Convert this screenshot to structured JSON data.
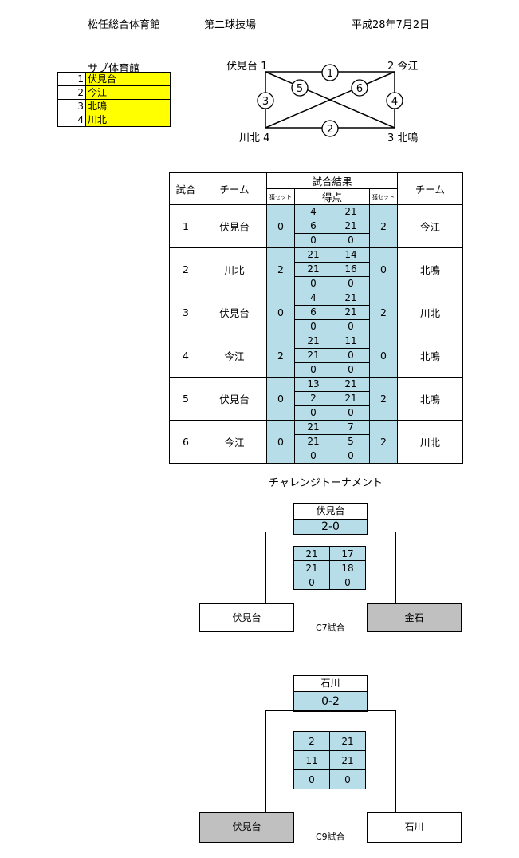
{
  "header": {
    "venue": "松任総合体育館",
    "court": "第二球技場",
    "date": "平成28年7月2日"
  },
  "team_list": {
    "title": "サブ体育館",
    "teams": [
      {
        "num": "1",
        "name": "伏見台"
      },
      {
        "num": "2",
        "name": "今江"
      },
      {
        "num": "3",
        "name": "北鳴"
      },
      {
        "num": "4",
        "name": "川北"
      }
    ]
  },
  "diagram": {
    "corners": [
      "伏見台 1",
      "2 今江",
      "川北 4",
      "3 北鳴"
    ],
    "matches": [
      "1",
      "2",
      "3",
      "4",
      "5",
      "6"
    ]
  },
  "results": {
    "headers": {
      "match": "試合",
      "team": "チーム",
      "result": "試合結果",
      "sets": "獲セット",
      "points": "得点"
    },
    "rows": [
      {
        "no": "1",
        "team_a": "伏見台",
        "sets_a": "0",
        "scores": [
          [
            "4",
            "21"
          ],
          [
            "6",
            "21"
          ],
          [
            "0",
            "0"
          ]
        ],
        "sets_b": "2",
        "team_b": "今江"
      },
      {
        "no": "2",
        "team_a": "川北",
        "sets_a": "2",
        "scores": [
          [
            "21",
            "14"
          ],
          [
            "21",
            "16"
          ],
          [
            "0",
            "0"
          ]
        ],
        "sets_b": "0",
        "team_b": "北鳴"
      },
      {
        "no": "3",
        "team_a": "伏見台",
        "sets_a": "0",
        "scores": [
          [
            "4",
            "21"
          ],
          [
            "6",
            "21"
          ],
          [
            "0",
            "0"
          ]
        ],
        "sets_b": "2",
        "team_b": "川北"
      },
      {
        "no": "4",
        "team_a": "今江",
        "sets_a": "2",
        "scores": [
          [
            "21",
            "11"
          ],
          [
            "21",
            "0"
          ],
          [
            "0",
            "0"
          ]
        ],
        "sets_b": "0",
        "team_b": "北鳴"
      },
      {
        "no": "5",
        "team_a": "伏見台",
        "sets_a": "0",
        "scores": [
          [
            "13",
            "21"
          ],
          [
            "2",
            "21"
          ],
          [
            "0",
            "0"
          ]
        ],
        "sets_b": "2",
        "team_b": "北鳴"
      },
      {
        "no": "6",
        "team_a": "今江",
        "sets_a": "0",
        "scores": [
          [
            "21",
            "7"
          ],
          [
            "21",
            "5"
          ],
          [
            "0",
            "0"
          ]
        ],
        "sets_b": "2",
        "team_b": "川北"
      }
    ]
  },
  "tournament": {
    "title": "チャレンジトーナメント",
    "brackets": [
      {
        "winner": "伏見台",
        "result": "2-0",
        "scores": [
          [
            "21",
            "17"
          ],
          [
            "21",
            "18"
          ],
          [
            "0",
            "0"
          ]
        ],
        "left": "伏見台",
        "right": "金石",
        "label": "C7試合"
      },
      {
        "winner": "石川",
        "result": "0-2",
        "scores": [
          [
            "2",
            "21"
          ],
          [
            "11",
            "21"
          ],
          [
            "0",
            "0"
          ]
        ],
        "left": "伏見台",
        "right": "石川",
        "label": "C9試合"
      }
    ]
  }
}
